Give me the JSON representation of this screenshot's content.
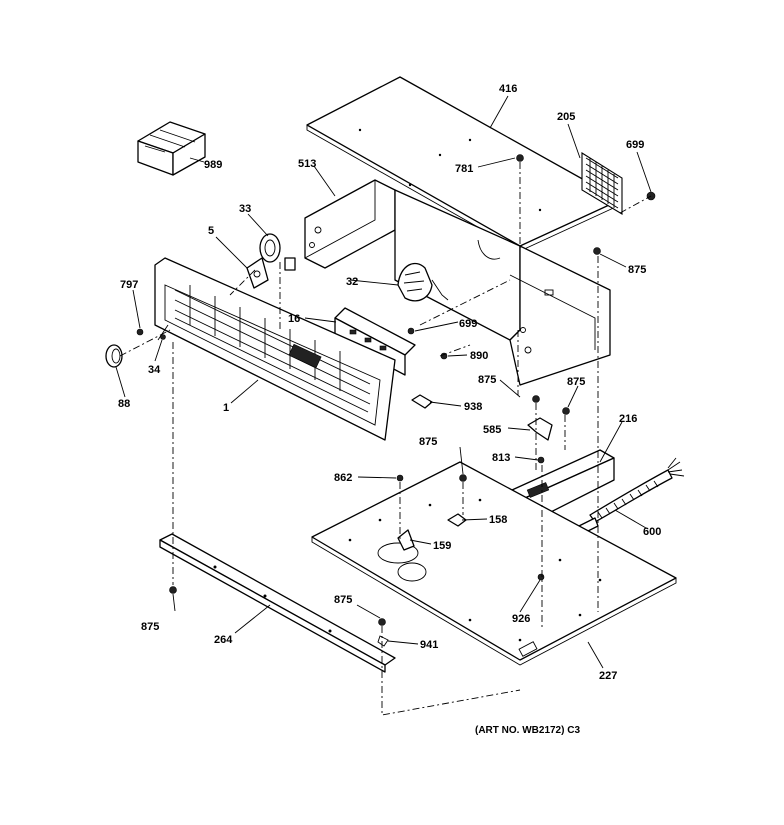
{
  "labels": {
    "p416": "416",
    "p205": "205",
    "p699a": "699",
    "p513": "513",
    "p781": "781",
    "p989": "989",
    "p33": "33",
    "p5": "5",
    "p875a": "875",
    "p797": "797",
    "p32": "32",
    "p16": "16",
    "p699b": "699",
    "p890": "890",
    "p34": "34",
    "p88": "88",
    "p875b": "875",
    "p875c": "875",
    "p1": "1",
    "p938": "938",
    "p216": "216",
    "p585": "585",
    "p875d": "875",
    "p813": "813",
    "p862": "862",
    "p158": "158",
    "p600": "600",
    "p159": "159",
    "p875e": "875",
    "p926": "926",
    "p875f": "875",
    "p264": "264",
    "p941": "941",
    "p227": "227"
  },
  "art_number": "(ART NO. WB2172) C3"
}
